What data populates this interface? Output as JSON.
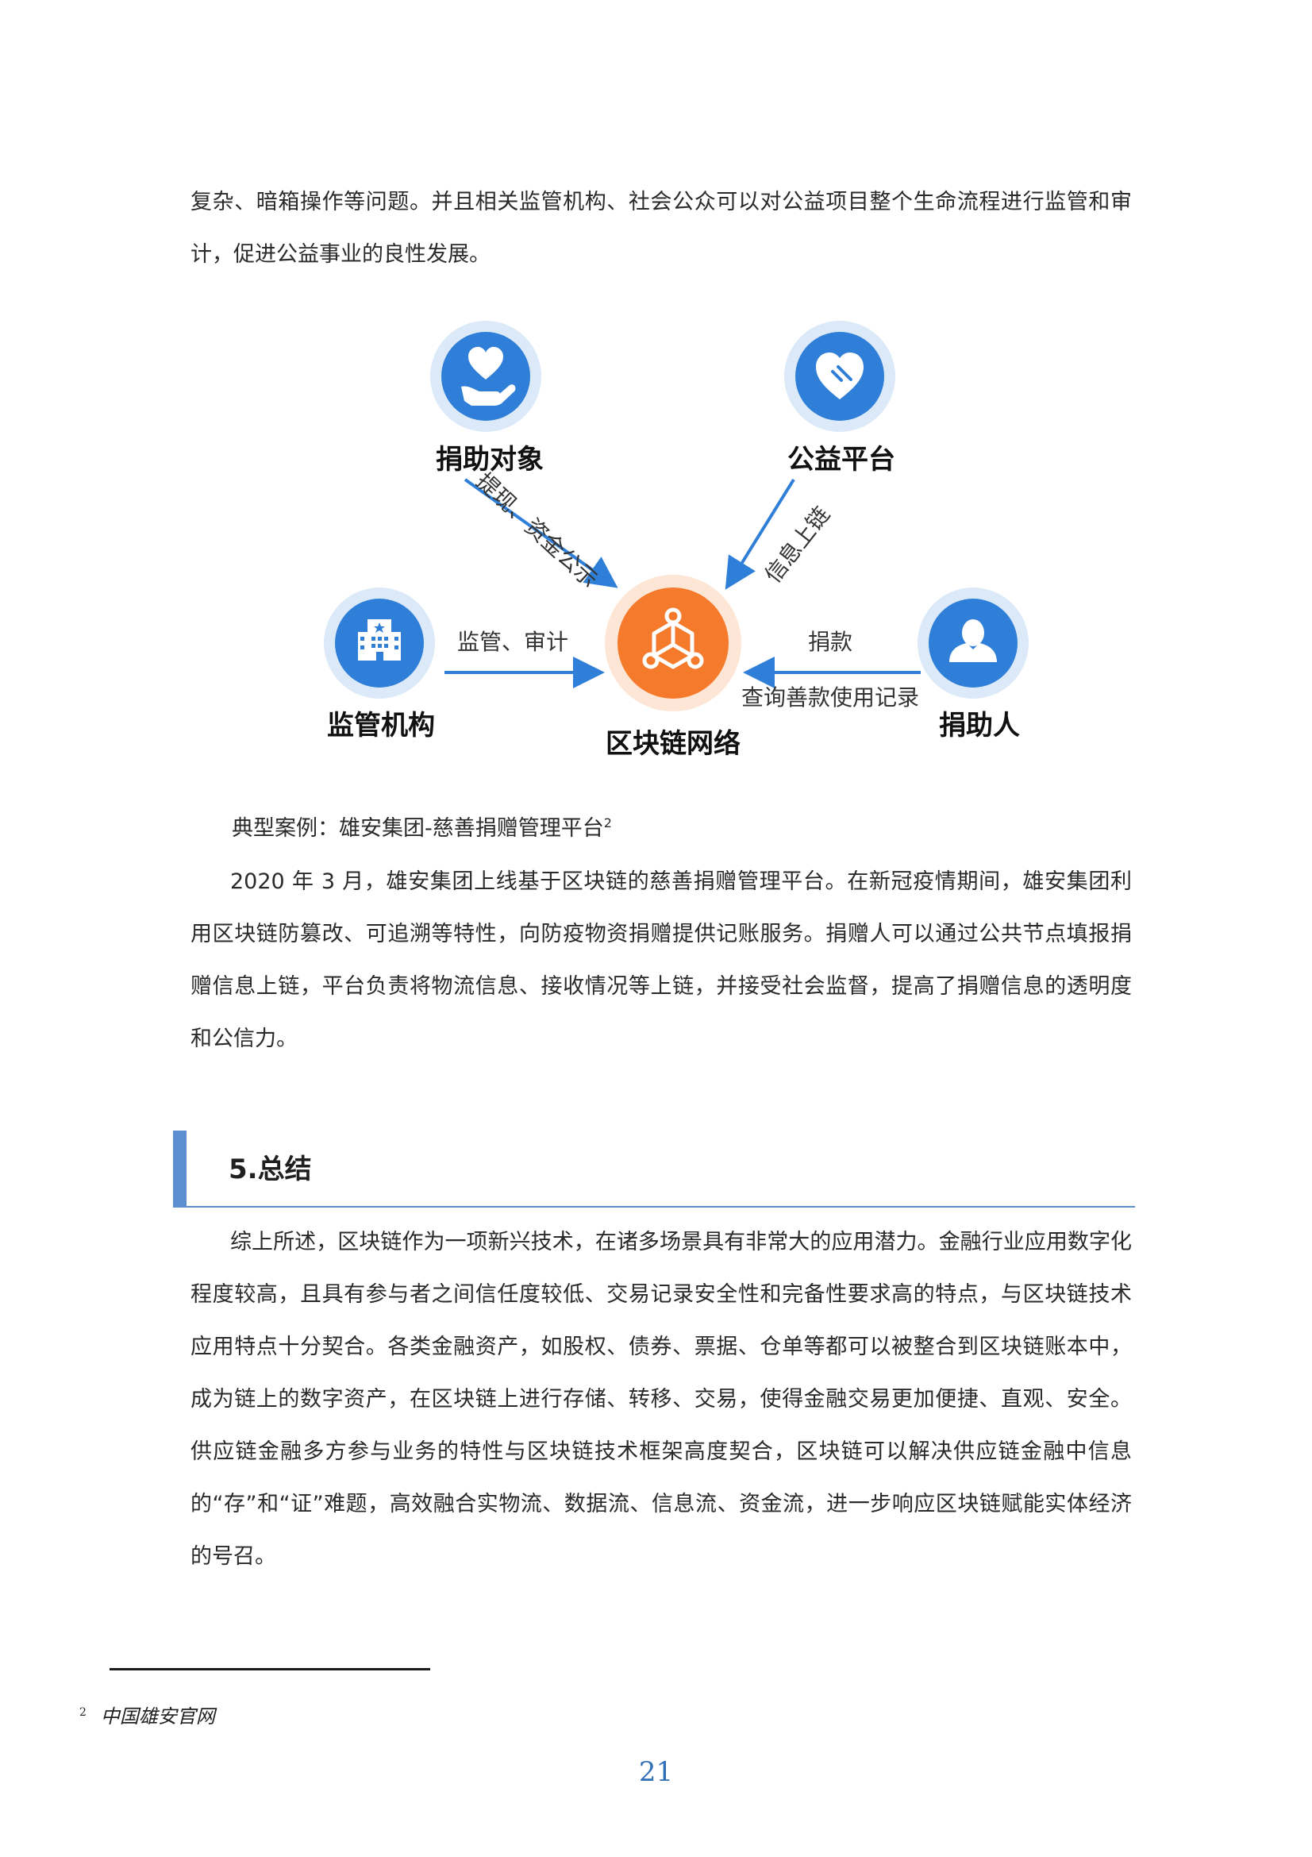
{
  "intro": {
    "text": "复杂、暗箱操作等问题。并且相关监管机构、社会公众可以对公益项目整个生命流程进行监管和审计，促进公益事业的良性发展。"
  },
  "diagram": {
    "center": {
      "label": "区块链网络",
      "icon": "blockchain-network-icon"
    },
    "nodes": [
      {
        "label": "捐助对象",
        "icon": "heart-in-hand-icon"
      },
      {
        "label": "公益平台",
        "icon": "heart-handshake-icon"
      },
      {
        "label": "监管机构",
        "icon": "hospital-building-icon"
      },
      {
        "label": "捐助人",
        "icon": "person-icon"
      }
    ],
    "edges": {
      "recipient": "提现、资金公示",
      "platform": "信息上链",
      "regulator": "监管、审计",
      "donor_in": "捐款",
      "donor_out": "查询善款使用记录"
    },
    "colors": {
      "node_blue": "#2f7fd8",
      "node_halo": "#dbe9f8",
      "center_orange": "#f57a2c",
      "center_halo": "#fde6d6",
      "arrow": "#2f7fd8"
    }
  },
  "case": {
    "title": "典型案例：雄安集团-慈善捐赠管理平台",
    "footnote_ref": "2",
    "body": "2020 年 3 月，雄安集团上线基于区块链的慈善捐赠管理平台。在新冠疫情期间，雄安集团利用区块链防篡改、可追溯等特性，向防疫物资捐赠提供记账服务。捐赠人可以通过公共节点填报捐赠信息上链，平台负责将物流信息、接收情况等上链，并接受社会监督，提高了捐赠信息的透明度和公信力。"
  },
  "section": {
    "title": "5.总结",
    "body": "综上所述，区块链作为一项新兴技术，在诸多场景具有非常大的应用潜力。金融行业应用数字化程度较高，且具有参与者之间信任度较低、交易记录安全性和完备性要求高的特点，与区块链技术应用特点十分契合。各类金融资产，如股权、债券、票据、仓单等都可以被整合到区块链账本中，成为链上的数字资产，在区块链上进行存储、转移、交易，使得金融交易更加便捷、直观、安全。供应链金融多方参与业务的特性与区块链技术框架高度契合，区块链可以解决供应链金融中信息的“存”和“证”难题，高效融合实物流、数据流、信息流、资金流，进一步响应区块链赋能实体经济的号召。"
  },
  "footnote": {
    "number": "2",
    "text": "中国雄安官网"
  },
  "page_number": "21"
}
